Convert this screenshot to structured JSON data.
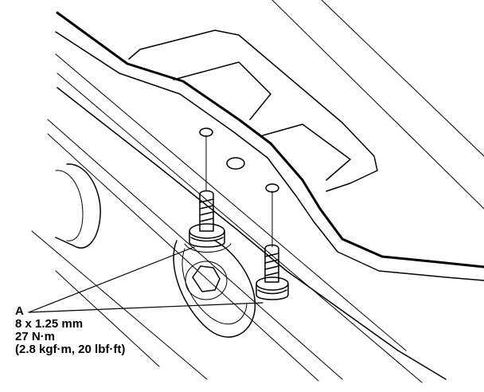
{
  "callout": {
    "letter": "A",
    "spec": "8 x 1.25 mm",
    "torque_nm": "27 N·m",
    "torque_alt": "(2.8 kgf·m, 20 lbf·ft)"
  },
  "colors": {
    "line": "#000000",
    "background": "#ffffff"
  }
}
